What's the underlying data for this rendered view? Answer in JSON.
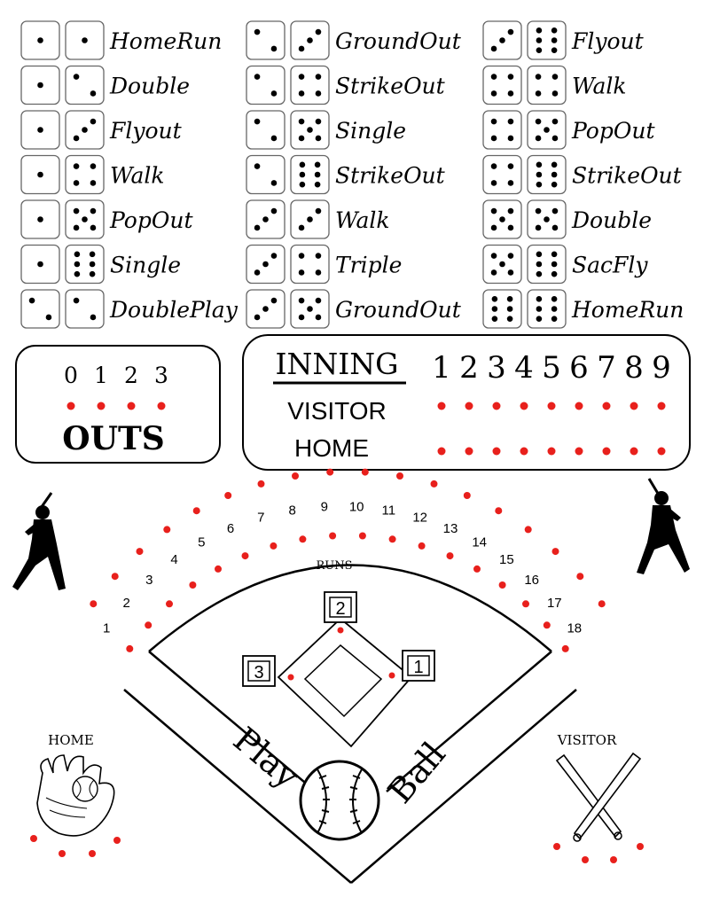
{
  "colors": {
    "ink": "#000000",
    "dot": "#e8201c",
    "paper": "#ffffff"
  },
  "dice_table": {
    "columns": [
      [
        {
          "d1": 1,
          "d2": 1,
          "label": "HomeRun"
        },
        {
          "d1": 1,
          "d2": 2,
          "label": "Double"
        },
        {
          "d1": 1,
          "d2": 3,
          "label": "Flyout"
        },
        {
          "d1": 1,
          "d2": 4,
          "label": "Walk"
        },
        {
          "d1": 1,
          "d2": 5,
          "label": "PopOut"
        },
        {
          "d1": 1,
          "d2": 6,
          "label": "Single"
        },
        {
          "d1": 2,
          "d2": 2,
          "label": "DoublePlay"
        }
      ],
      [
        {
          "d1": 2,
          "d2": 3,
          "label": "GroundOut"
        },
        {
          "d1": 2,
          "d2": 4,
          "label": "StrikeOut"
        },
        {
          "d1": 2,
          "d2": 5,
          "label": "Single"
        },
        {
          "d1": 2,
          "d2": 6,
          "label": "StrikeOut"
        },
        {
          "d1": 3,
          "d2": 3,
          "label": "Walk"
        },
        {
          "d1": 3,
          "d2": 4,
          "label": "Triple"
        },
        {
          "d1": 3,
          "d2": 5,
          "label": "GroundOut"
        }
      ],
      [
        {
          "d1": 3,
          "d2": 6,
          "label": "Flyout"
        },
        {
          "d1": 4,
          "d2": 4,
          "label": "Walk"
        },
        {
          "d1": 4,
          "d2": 5,
          "label": "PopOut"
        },
        {
          "d1": 4,
          "d2": 6,
          "label": "StrikeOut"
        },
        {
          "d1": 5,
          "d2": 5,
          "label": "Double"
        },
        {
          "d1": 5,
          "d2": 6,
          "label": "SacFly"
        },
        {
          "d1": 6,
          "d2": 6,
          "label": "HomeRun"
        }
      ]
    ]
  },
  "outs": {
    "numbers": [
      "0",
      "1",
      "2",
      "3"
    ],
    "label": "OUTS"
  },
  "scoreboard": {
    "inning_label": "INNING",
    "innings": [
      "1",
      "2",
      "3",
      "4",
      "5",
      "6",
      "7",
      "8",
      "9"
    ],
    "visitor_label": "VISITOR",
    "home_label": "HOME"
  },
  "field": {
    "runs_label": "RUNS",
    "run_numbers": [
      "1",
      "2",
      "3",
      "4",
      "5",
      "6",
      "7",
      "8",
      "9",
      "10",
      "11",
      "12",
      "13",
      "14",
      "15",
      "16",
      "17",
      "18"
    ],
    "bases": [
      "1",
      "2",
      "3"
    ],
    "play_word": "Play",
    "ball_word": "Ball",
    "home_label": "HOME",
    "visitor_label": "VISITOR"
  },
  "icons": {
    "batter_left": "batter-silhouette-icon",
    "batter_right": "batter-silhouette-icon",
    "glove": "baseball-glove-icon",
    "bats": "crossed-bats-icon",
    "ball": "baseball-icon"
  }
}
